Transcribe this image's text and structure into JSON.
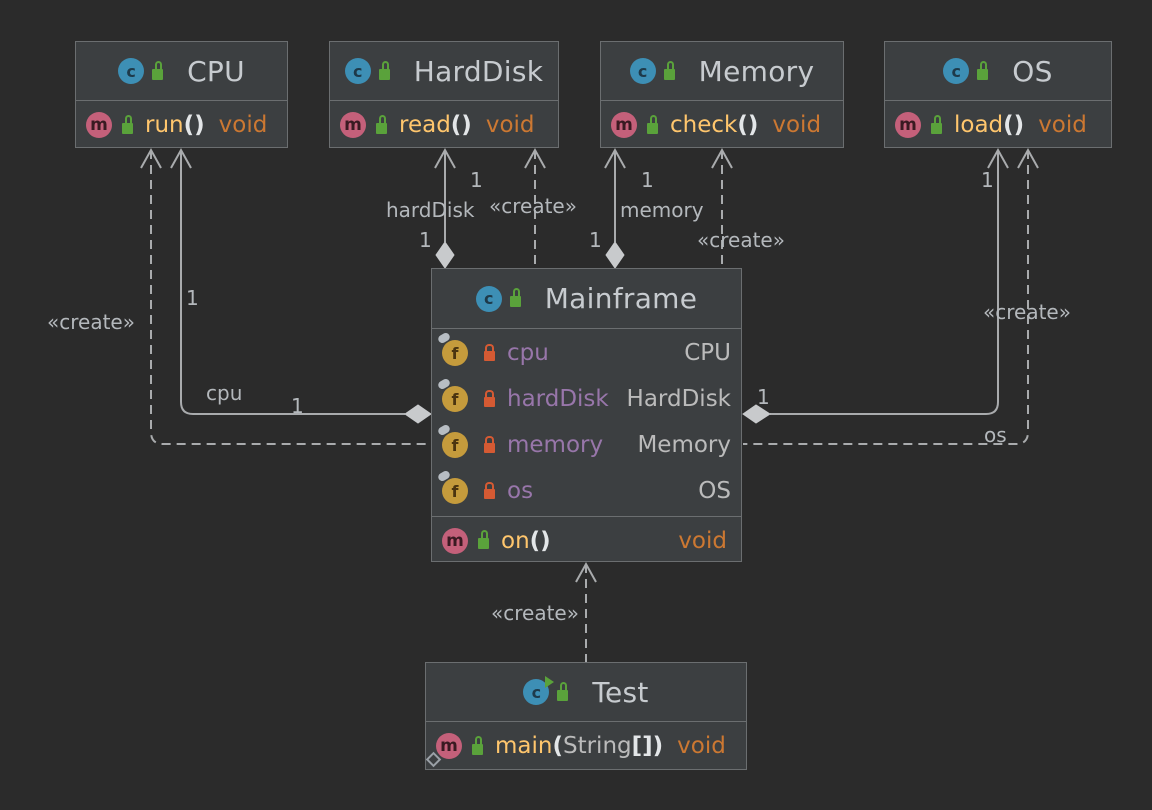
{
  "classes": {
    "cpu": {
      "name": "CPU",
      "method": {
        "name": "run",
        "parens": "()",
        "return_type": "void"
      }
    },
    "harddisk": {
      "name": "HardDisk",
      "method": {
        "name": "read",
        "parens": "()",
        "return_type": "void"
      }
    },
    "memory": {
      "name": "Memory",
      "method": {
        "name": "check",
        "parens": "()",
        "return_type": "void"
      }
    },
    "os": {
      "name": "OS",
      "method": {
        "name": "load",
        "parens": "()",
        "return_type": "void"
      }
    },
    "mainframe": {
      "name": "Mainframe",
      "fields": [
        {
          "name": "cpu",
          "type": "CPU"
        },
        {
          "name": "hardDisk",
          "type": "HardDisk"
        },
        {
          "name": "memory",
          "type": "Memory"
        },
        {
          "name": "os",
          "type": "OS"
        }
      ],
      "method": {
        "name": "on",
        "parens": "()",
        "return_type": "void"
      }
    },
    "test": {
      "name": "Test",
      "method": {
        "name": "main",
        "paren_open": "(",
        "params": "String",
        "brackets": "[]",
        "paren_close": ")",
        "return_type": "void"
      }
    }
  },
  "icons": {
    "class": "c",
    "method": "m",
    "field": "f"
  },
  "edge_labels": {
    "create": "«create»",
    "one": "1",
    "cpu_role": "cpu",
    "harddisk_role": "hardDisk",
    "memory_role": "memory",
    "os_role": "os"
  },
  "colors": {
    "background": "#2b2b2b",
    "box": "#3c3f41",
    "method_name": "#ffc66d",
    "return_type": "#cc7832",
    "field_name": "#9876aa",
    "class_icon": "#3d8fb5",
    "method_icon": "#c4607a",
    "field_icon": "#c59b3c"
  }
}
